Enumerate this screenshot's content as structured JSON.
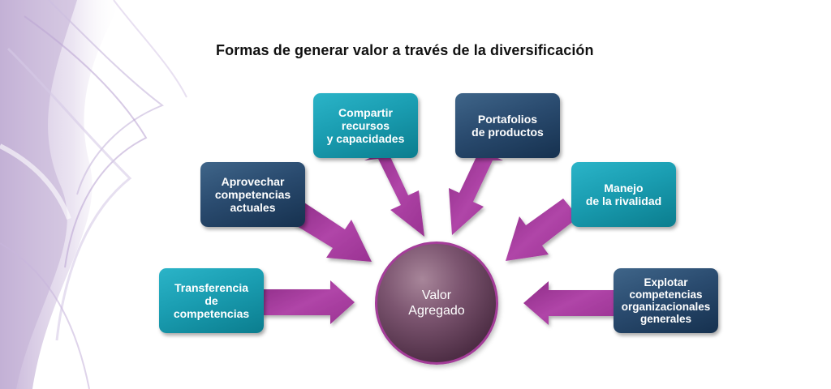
{
  "title": "Formas de generar valor a través de la diversificación",
  "center": "Valor\nAgregado",
  "nodes": {
    "compartir": "Compartir\nrecursos\ny capacidades",
    "portafolios": "Portafolios\nde productos",
    "aprovechar": "Aprovechar\ncompetencias\nactuales",
    "manejo": "Manejo\nde la rivalidad",
    "transferencia": "Transferencia\nde\ncompetencias",
    "explotar": "Explotar\ncompetencias\norganizacionales\ngenerales"
  },
  "colors": {
    "teal": "#1a9db1",
    "navy": "#2a4b6f",
    "arrow": "#a43d99",
    "center_fill": "#6b4660",
    "center_border": "#a43d99"
  }
}
